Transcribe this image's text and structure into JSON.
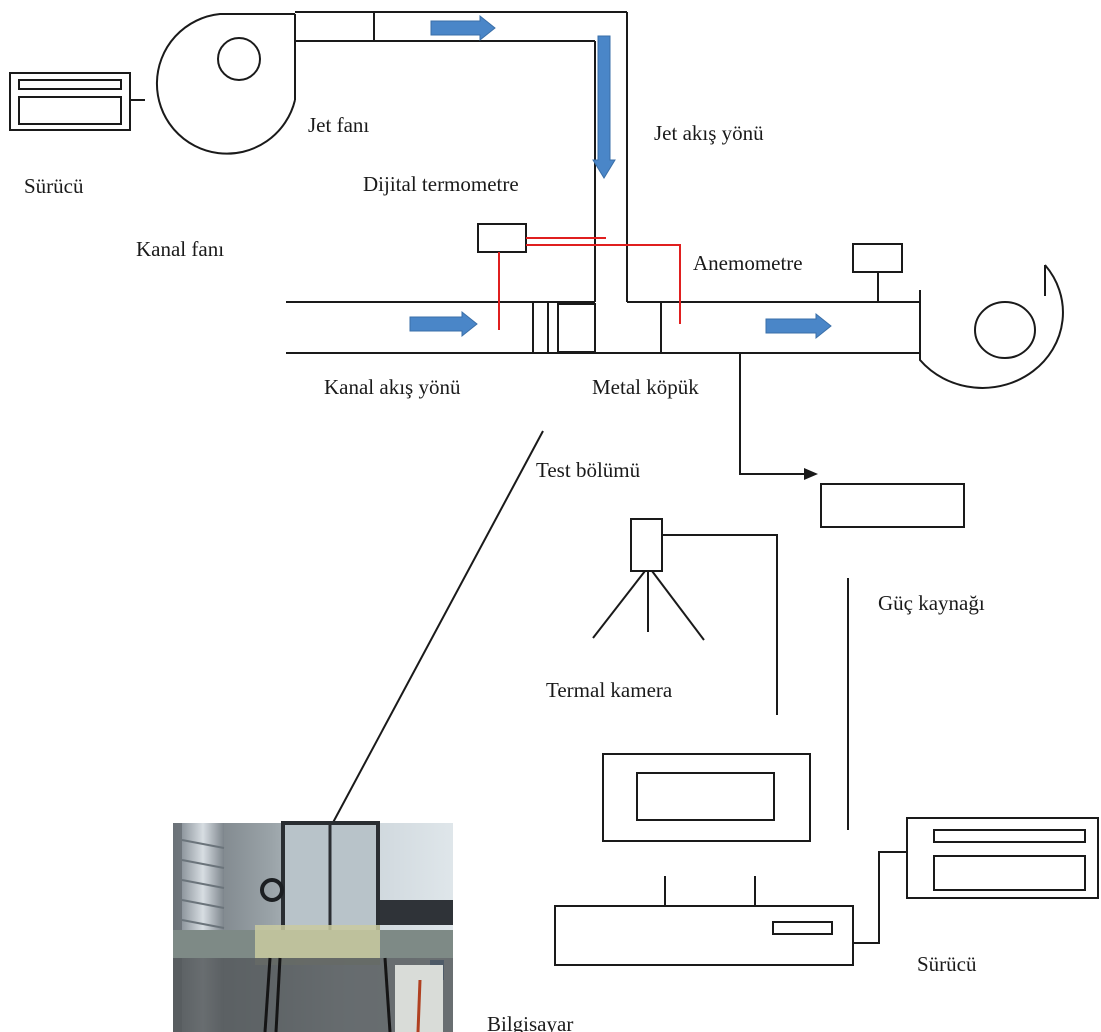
{
  "labels": {
    "jet_fan": "Jet fanı",
    "driver_left": "Sürücü",
    "jet_flow_direction": "Jet akış yönü",
    "digital_thermometer": "Dijital termometre",
    "channel_fan": "Kanal fanı",
    "anemometer": "Anemometre",
    "channel_flow_direction": "Kanal akış yönü",
    "metal_foam": "Metal köpük",
    "test_section": "Test bölümü",
    "power_supply": "Güç kaynağı",
    "thermal_camera": "Termal kamera",
    "driver_right": "Sürücü",
    "computer": "Bilgisayar"
  },
  "colors": {
    "line": "#1a1a1a",
    "thermocouple": "#e01f1f",
    "flow_arrow": "#4a86c8"
  },
  "photo": {
    "subject": "test-section-photo"
  }
}
